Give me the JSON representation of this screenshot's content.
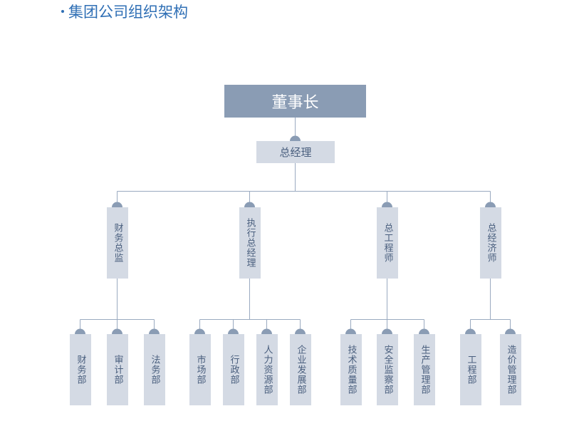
{
  "title": "集团公司组织架构",
  "org": {
    "chairman": "董事长",
    "general_manager": "总经理",
    "branches": [
      {
        "label": "财务总监",
        "departments": [
          "财务部",
          "审计部",
          "法务部"
        ]
      },
      {
        "label": "执行总经理",
        "departments": [
          "市场部",
          "行政部",
          "人力资源部",
          "企业发展部"
        ]
      },
      {
        "label": "总工程师",
        "departments": [
          "技术质量部",
          "安全监察部",
          "生产管理部"
        ]
      },
      {
        "label": "总经济师",
        "departments": [
          "工程部",
          "造价管理部"
        ]
      }
    ]
  },
  "colors": {
    "title": "#2f6fb5",
    "chairman_fill": "#8a9cb4",
    "box_fill": "#d4dae4",
    "box_text": "#4a5f7e",
    "line": "#9aaac0"
  }
}
